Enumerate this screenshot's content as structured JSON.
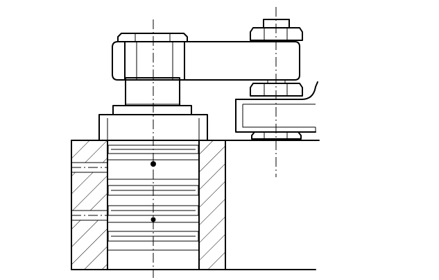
{
  "colors": {
    "background": "#ffffff",
    "line": "#000000",
    "part_fill": "#d6d6d6",
    "body_fill": "#ffffff"
  },
  "components": [
    "mounting-block-hatched",
    "cylinder-body",
    "cylinder-flange",
    "piston-rod",
    "hex-nut-rod",
    "clamp-arm",
    "pressure-screw-hex-nut-upper",
    "pressure-screw-hex-nut-lower",
    "workpiece",
    "workpiece-support-washer",
    "oil-ports"
  ]
}
